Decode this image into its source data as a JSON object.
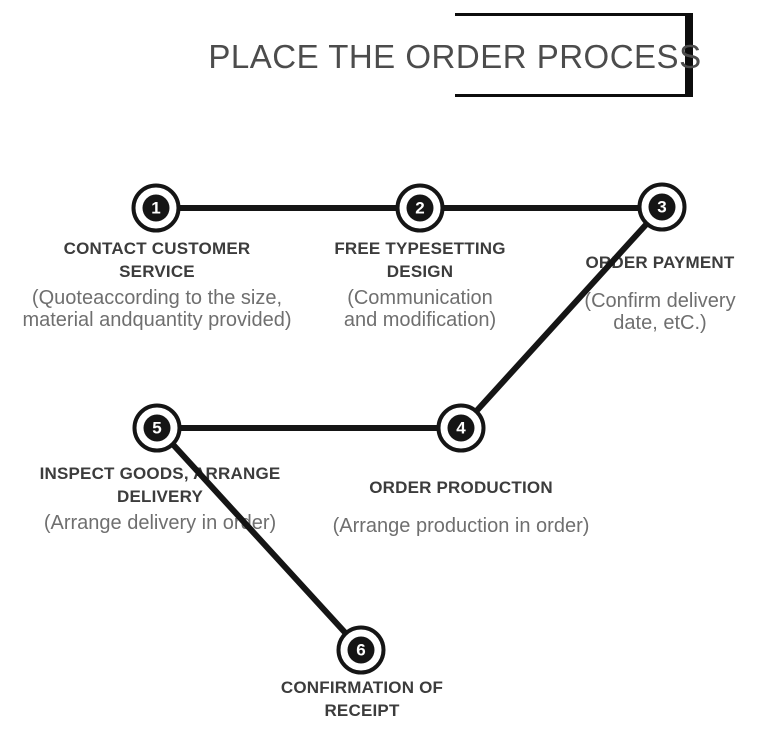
{
  "title": "PLACE THE ORDER PROCESS",
  "steps": [
    {
      "number": "1",
      "title": "CONTACT CUSTOMER\nSERVICE",
      "subtitle": "(Quoteaccording to the size,\nmaterial andquantity provided)"
    },
    {
      "number": "2",
      "title": "FREE TYPESETTING\nDESIGN",
      "subtitle": "(Communication\nand modification)"
    },
    {
      "number": "3",
      "title": "ORDER PAYMENT",
      "subtitle": "(Confirm delivery\ndate, etC.)"
    },
    {
      "number": "4",
      "title": "ORDER PRODUCTION",
      "subtitle": "(Arrange production in order)"
    },
    {
      "number": "5",
      "title": "INSPECT GOODS, ARRANGE\nDELIVERY",
      "subtitle": "(Arrange delivery in order)"
    },
    {
      "number": "6",
      "title": "CONFIRMATION OF\nRECEIPT",
      "subtitle": ""
    }
  ],
  "colors": {
    "ink": "#151515",
    "title_text": "#4c4c4c",
    "step_heading": "#3c3c3c",
    "step_subtext": "#6f6f6f",
    "background": "#ffffff"
  }
}
